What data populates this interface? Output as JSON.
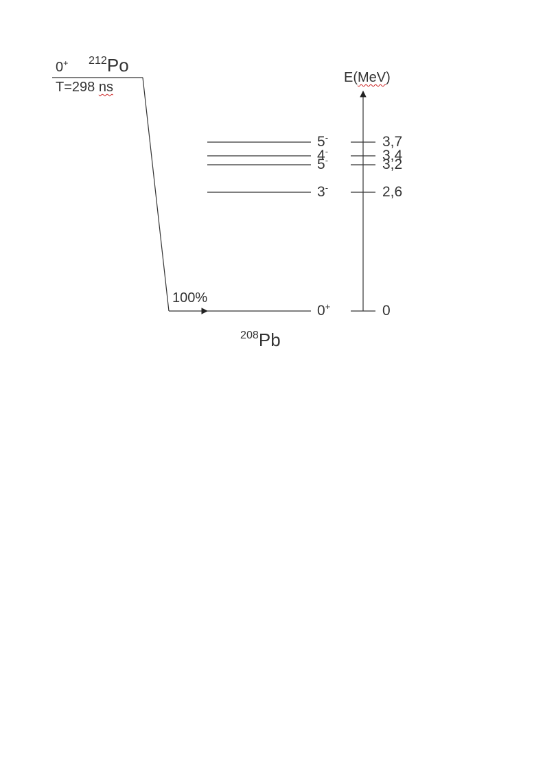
{
  "parent": {
    "spin": "0",
    "spin_parity": "+",
    "mass_number": "212",
    "symbol": "Po",
    "halflife_prefix": "T=298 ",
    "halflife_unit": "ns"
  },
  "daughter": {
    "mass_number": "208",
    "symbol": "Pb"
  },
  "decay": {
    "branching": "100%"
  },
  "axis": {
    "label_prefix": "E(",
    "label_unit": "MeV",
    "label_suffix": ")"
  },
  "levels": [
    {
      "spin": "5",
      "parity": "-",
      "energy_label": "3,7",
      "energy": 3.7
    },
    {
      "spin": "4",
      "parity": "-",
      "energy_label": "3,4",
      "energy": 3.4
    },
    {
      "spin": "5",
      "parity": "-",
      "energy_label": "3,2",
      "energy": 3.2
    },
    {
      "spin": "3",
      "parity": "-",
      "energy_label": "2,6",
      "energy": 2.6
    },
    {
      "spin": "0",
      "parity": "+",
      "energy_label": "0",
      "energy": 0
    }
  ],
  "colors": {
    "line": "#333333",
    "text": "#333333",
    "spellcheck": "#cc2222"
  }
}
